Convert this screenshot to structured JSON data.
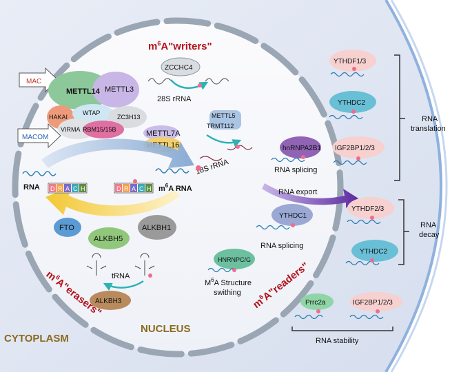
{
  "writers_title_pre": "m",
  "writers_title_sup": "6",
  "writers_title_post": "A\"writers\"",
  "erasers_title_pre": "m",
  "erasers_title_sup": "6",
  "erasers_title_post": "A\"erasers\"",
  "readers_title_pre": "m",
  "readers_title_sup": "6",
  "readers_title_post": "A\"readers\"",
  "nucleus_label": "NUCLEUS",
  "cytoplasm_label": "CYTOPLASM",
  "writers": {
    "mac": "MAC",
    "macom": "MACOM",
    "mettl14": "METTL14",
    "mettl3": "METTL3",
    "hakai": "HAKAI",
    "wtap": "WTAP",
    "zc3h13": "ZC3H13",
    "virma": "VIRMA",
    "rbm": "RBM15/15B",
    "zcchc4": "ZCCHC4",
    "rrna28s": "28S rRNA",
    "mettl5": "METTL5",
    "trmt112": "TRMT112",
    "rrna18s": "18S rRNA",
    "mettl7a": "METTL7A",
    "mettl16": "METTL16"
  },
  "rna_label": "RNA",
  "m6a_rna_pre": "m",
  "m6a_rna_sup": "6",
  "m6a_rna_post": "A RNA",
  "drach": [
    "D",
    "R",
    "A",
    "C",
    "H"
  ],
  "erasers": {
    "fto": "FTO",
    "alkbh5": "ALKBH5",
    "alkbh1": "ALKBH1",
    "trna": "tRNA",
    "alkbh3": "ALKBH3"
  },
  "readers_nuclear": {
    "hnrnpa2b1": "hnRNPA2B1",
    "splicing1": "RNA splicing",
    "export": "RNA export",
    "ythdc1": "YTHDC1",
    "splicing2": "RNA splicing",
    "hnrnpc": "HNRNPC/G",
    "structure_pre": "M",
    "structure_sup": "6",
    "structure_post": "A Structure",
    "structure_line2": "swithing"
  },
  "readers_cyto": {
    "ythdf13": "YTHDF1/3",
    "ythdc2_a": "YTHDC2",
    "igf2bp_a": "IGF2BP1/2/3",
    "ythdf23": "YTHDF2/3",
    "ythdc2_b": "YTHDC2",
    "prrc2a": "Prrc2a",
    "igf2bp_b": "IGF2BP1/2/3"
  },
  "outcomes": {
    "translation_1": "RNA",
    "translation_2": "translation",
    "decay_1": "RNA",
    "decay_2": "decay",
    "stability": "RNA stability"
  },
  "m6a_mark": "m6A"
}
